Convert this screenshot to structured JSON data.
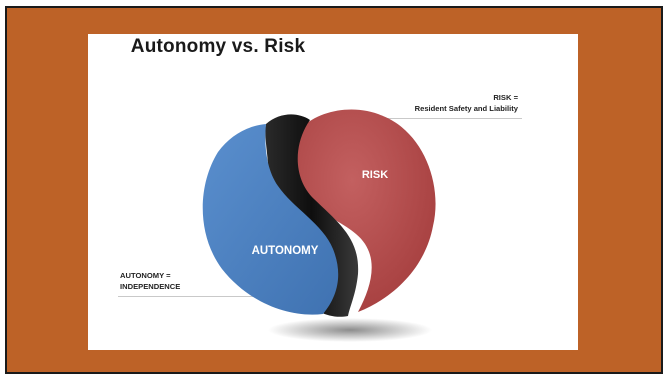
{
  "title": "Autonomy vs. Risk",
  "risk_note": {
    "line1": "RISK =",
    "line2": "Resident Safety and Liability"
  },
  "autonomy_note": {
    "line1": "AUTONOMY =",
    "line2": "INDEPENDENCE"
  },
  "segments": {
    "risk": "RISK",
    "autonomy": "AUTONOMY"
  },
  "colors": {
    "frame": "#bd6227",
    "autonomy": "#4a7fbf",
    "risk": "#b24c4c",
    "divider": "#1c1c1c"
  }
}
